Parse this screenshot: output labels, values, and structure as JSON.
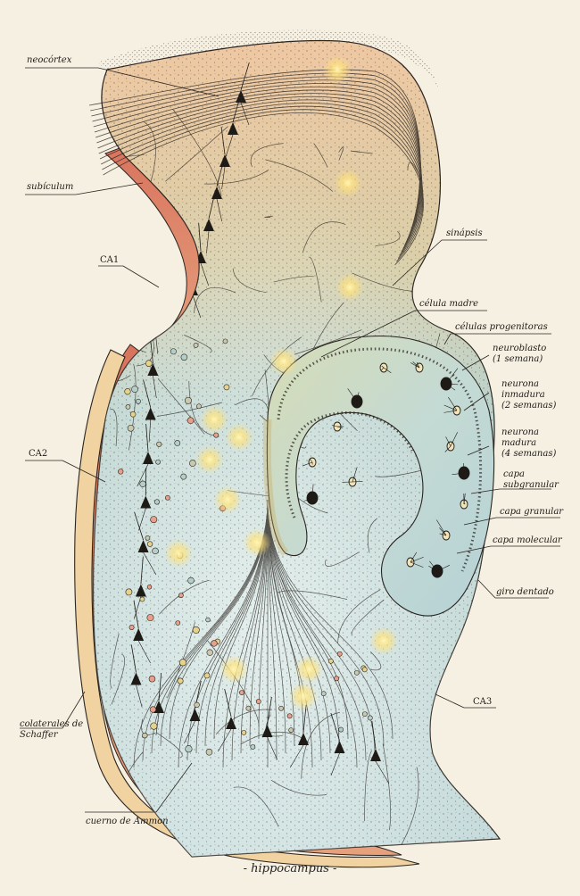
{
  "title": "- hippocampus -",
  "labels": {
    "neocortex": "neocórtex",
    "subiculum": "subículum",
    "ca1": "CA1",
    "ca2": "CA2",
    "schaffer": [
      "colaterales de",
      "Schaffer"
    ],
    "cuerno": "cuerno de Ammon",
    "sinapsis": "sinápsis",
    "celula_madre": "célula madre",
    "progenitoras": "células progenitoras",
    "neuroblasto": [
      "neuroblasto",
      "(1 semana)"
    ],
    "inmadura": [
      "neurona",
      "inmadura",
      "(2 semanas)"
    ],
    "madura": [
      "neurona",
      "madura",
      "(4 semanas)"
    ],
    "subgranular": [
      "capa",
      "subgranular"
    ],
    "granular": "capa granular",
    "molecular": "capa molecular",
    "giro": "giro dentado",
    "ca3": "CA3"
  },
  "colors": {
    "background": "#f6f0e2",
    "ink": "#1e1a16",
    "outer_band": "#d98a6a",
    "tissue_warm": "#e9b98e",
    "tissue_cool": "#b8d3d3",
    "dentate": "#c9dccf",
    "glow": "#ffe27a"
  }
}
